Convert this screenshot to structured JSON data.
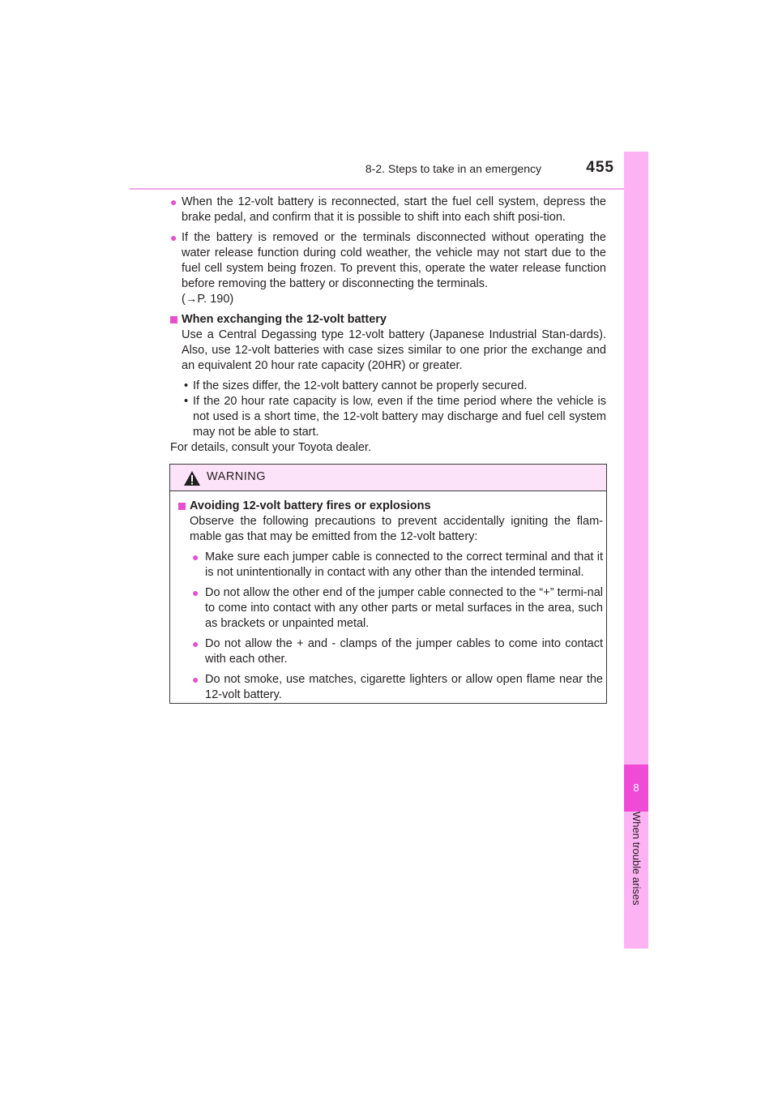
{
  "header": {
    "section": "8-2. Steps to take in an emergency",
    "page_number": "455"
  },
  "side_tab": {
    "chapter_number": "8",
    "chapter_title": "When trouble arises"
  },
  "body": {
    "bullet1": "When the 12-volt battery is reconnected, start the fuel cell system, depress the brake pedal, and confirm that it is possible to shift into each shift posi-tion.",
    "bullet2": "If the battery is removed or the terminals disconnected without operating the water release function during cold weather, the vehicle may not start due to the fuel cell system being frozen. To prevent this, operate the water release function before removing the battery or disconnecting the terminals.",
    "bullet2_ref": "(→P. 190)",
    "heading": "When exchanging the 12-volt battery",
    "paragraph": "Use a Central Degassing type 12-volt battery (Japanese Industrial Stan-dards). Also, use 12-volt batteries with case sizes similar to one prior the exchange and an equivalent 20 hour rate capacity (20HR) or greater.",
    "sub1": "If the sizes differ, the 12-volt battery cannot be properly secured.",
    "sub2": "If the 20 hour rate capacity is low, even if the time period where the vehicle is not used is a short time, the 12-volt battery may discharge and fuel cell system may not be able to start.",
    "footer": "For details, consult your Toyota dealer."
  },
  "warning": {
    "title": "WARNING",
    "heading": "Avoiding 12-volt battery fires or explosions",
    "intro": "Observe the following precautions to prevent accidentally igniting the flam-mable gas that may be emitted from the 12-volt battery:",
    "items": [
      "Make sure each jumper cable is connected to the correct terminal and that it is not unintentionally in contact with any other than the intended terminal.",
      "Do not allow the other end of the jumper cable connected to the “+” termi-nal to come into contact with any other parts or metal surfaces in the area, such as brackets or unpainted metal.",
      "Do not allow the + and - clamps of the jumper cables to come into contact with each other.",
      "Do not smoke, use matches, cigarette lighters or allow open flame near the 12-volt battery."
    ]
  },
  "colors": {
    "accent": "#e64fd0",
    "tab": "#fcb2f3",
    "tab_dark": "#f04bd6",
    "warning_header": "#fde3f9"
  }
}
